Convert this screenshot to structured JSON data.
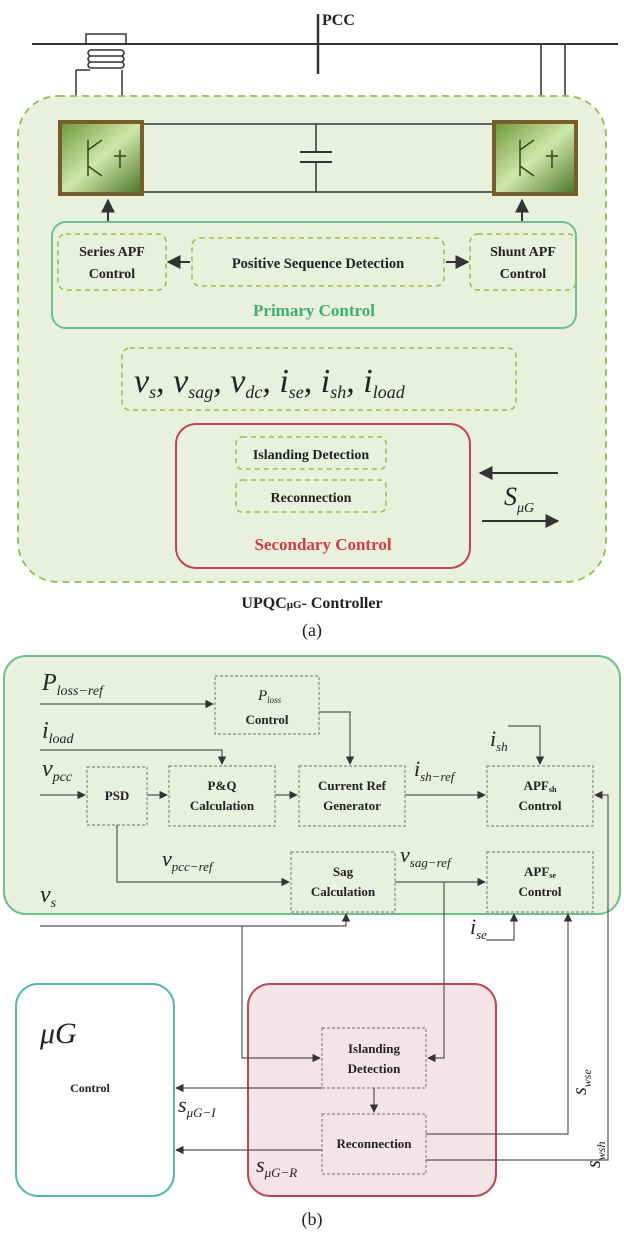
{
  "colors": {
    "panel_fill": "#e9f0dd",
    "green_border": "#6cc08c",
    "green_dash": "#8fbf4f",
    "red_border": "#c0434f",
    "red_fill": "#f5e4e7",
    "primary_text": "#3daf6d",
    "secondary_text": "#d13b44",
    "switch_dark": "#4e7a2b",
    "switch_light": "#c6dfa6",
    "line": "#333333"
  },
  "part_a": {
    "pcc_label": "PCC",
    "series_apf": [
      "Series APF",
      "Control"
    ],
    "positive_sequence": "Positive Sequence Detection",
    "shunt_apf": [
      "Shunt APF",
      "Control"
    ],
    "primary_control": "Primary Control",
    "signals": {
      "vs": "v",
      "vs_sub": "s",
      "vsag": "v",
      "vsag_sub": "sag",
      "vdc": "v",
      "vdc_sub": "dc",
      "ise": "i",
      "ise_sub": "se",
      "ish": "i",
      "ish_sub": "sh",
      "iload": "i",
      "iload_sub": "load"
    },
    "islanding_detection": "Islanding Detection",
    "reconnection": "Reconnection",
    "secondary_control": "Secondary Control",
    "s_ug": "S",
    "s_ug_sub": "μG",
    "controller_title_1": "UPQC",
    "controller_title_2": "μG",
    "controller_title_3": "- Controller",
    "caption": "(a)"
  },
  "part_b": {
    "p_loss_ref": "P",
    "p_loss_ref_sub": "loss−ref",
    "i_load": "i",
    "i_load_sub": "load",
    "v_pcc": "v",
    "v_pcc_sub": "pcc",
    "v_s": "v",
    "v_s_sub": "s",
    "p_loss_ctrl": [
      "P",
      "loss",
      "Control"
    ],
    "psd": "PSD",
    "pq_calc": [
      "P&Q",
      "Calculation"
    ],
    "current_ref": [
      "Current Ref",
      "Generator"
    ],
    "i_sh": "i",
    "i_sh_sub": "sh",
    "i_sh_ref": "i",
    "i_sh_ref_sub": "sh−ref",
    "apf_sh": [
      "APF",
      "sh",
      "Control"
    ],
    "v_pcc_ref": "v",
    "v_pcc_ref_sub": "pcc−ref",
    "sag_calc": [
      "Sag",
      "Calculation"
    ],
    "v_sag_ref": "v",
    "v_sag_ref_sub": "sag−ref",
    "apf_se": [
      "APF",
      "se",
      "Control"
    ],
    "i_se": "i",
    "i_se_sub": "se",
    "ug": "μG",
    "ug_control": "Control",
    "islanding": [
      "Islanding",
      "Detection"
    ],
    "reconnection": "Reconnection",
    "s_ug_i": "s",
    "s_ug_i_sub": "μG−I",
    "s_ug_r": "s",
    "s_ug_r_sub": "μG−R",
    "s_wse": "s",
    "s_wse_sub": "wse",
    "s_wsh": "s",
    "s_wsh_sub": "wsh",
    "caption": "(b)"
  }
}
